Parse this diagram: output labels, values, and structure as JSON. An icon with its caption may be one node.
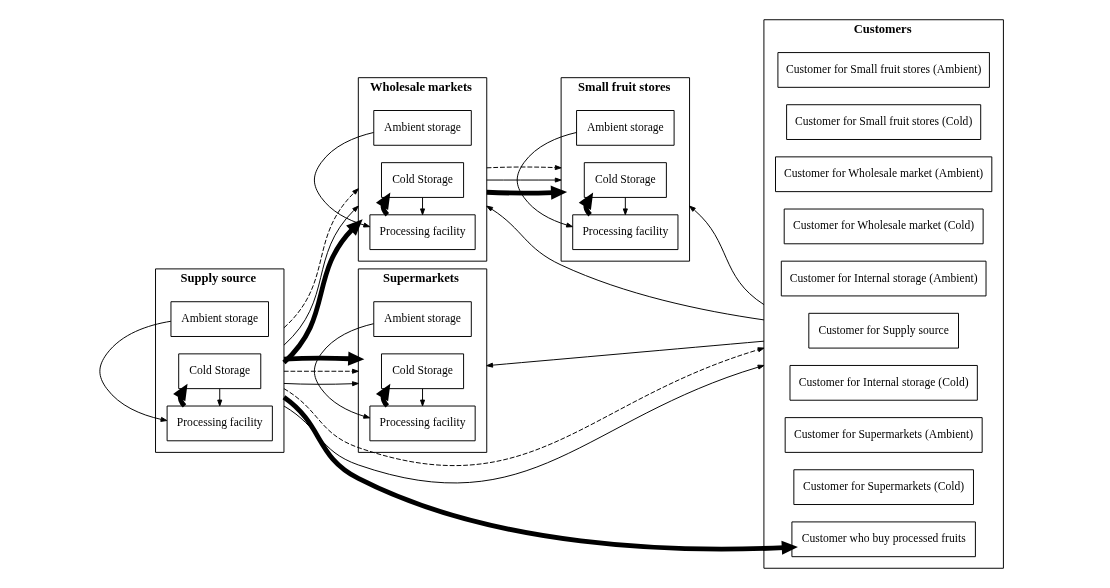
{
  "diagram": {
    "nodes": [
      {
        "text": [
          "Supply source"
        ]
      },
      {
        "text": [
          "Ambient storage"
        ],
        "in": 0
      },
      {
        "text": [
          "Cold Storage"
        ],
        "in": 0
      },
      {
        "text": [
          "Processing facility"
        ],
        "in": 0
      },
      {
        "text": [
          "Wholesale markets"
        ]
      },
      {
        "text": [
          "Ambient storage"
        ],
        "in": 4
      },
      {
        "text": [
          "Cold Storage"
        ],
        "in": 4
      },
      {
        "text": [
          "Processing facility"
        ],
        "in": 4
      },
      {
        "text": [
          "Small fruit stores"
        ]
      },
      {
        "text": [
          "Ambient storage"
        ],
        "in": 8
      },
      {
        "text": [
          "Cold Storage"
        ],
        "in": 8
      },
      {
        "text": [
          "Processing facility"
        ],
        "in": 8
      },
      {
        "text": [
          "Supermarkets"
        ]
      },
      {
        "text": [
          "Ambient storage"
        ],
        "in": 12
      },
      {
        "text": [
          "Cold Storage"
        ],
        "in": 12
      },
      {
        "text": [
          "Processing facility"
        ],
        "in": 12
      },
      {
        "text": [
          "Customers"
        ]
      },
      {
        "text": [
          "Customer for Small fruit stores (Ambient)"
        ],
        "in": 16
      },
      {
        "text": [
          "Customer for Small fruit stores (Cold)"
        ],
        "in": 16
      },
      {
        "text": [
          "Customer for Wholesale market (Ambient)"
        ],
        "in": 16
      },
      {
        "text": [
          "Customer for Wholesale market (Cold)"
        ],
        "in": 16
      },
      {
        "text": [
          "Customer for Internal storage (Ambient)"
        ],
        "in": 16
      },
      {
        "text": [
          "Customer for Supply source"
        ],
        "in": 16
      },
      {
        "text": [
          "Customer for Internal storage (Cold)"
        ],
        "in": 16
      },
      {
        "text": [
          "Customer for Supermarkets (Ambient)"
        ],
        "in": 16
      },
      {
        "text": [
          "Customer for Supermarkets (Cold)"
        ],
        "in": 16
      },
      {
        "text": [
          "Customer who buy processed fruits"
        ],
        "in": 16
      }
    ],
    "edges": [
      {
        "from": 1,
        "to": 3,
        "arrow": "to"
      },
      {
        "from": 2,
        "to": 3,
        "arrow": "to"
      },
      {
        "from": 3,
        "to": 2,
        "arrow": "to",
        "style": "thick"
      },
      {
        "from": 5,
        "to": 7,
        "arrow": "to"
      },
      {
        "from": 6,
        "to": 7,
        "arrow": "to"
      },
      {
        "from": 7,
        "to": 6,
        "arrow": "to",
        "style": "thick"
      },
      {
        "from": 9,
        "to": 11,
        "arrow": "to"
      },
      {
        "from": 10,
        "to": 11,
        "arrow": "to"
      },
      {
        "from": 11,
        "to": 10,
        "arrow": "to",
        "style": "thick"
      },
      {
        "from": 13,
        "to": 15,
        "arrow": "to"
      },
      {
        "from": 14,
        "to": 15,
        "arrow": "to"
      },
      {
        "from": 15,
        "to": 14,
        "arrow": "to",
        "style": "thick"
      },
      {
        "from": 0,
        "to": 4,
        "arrow": "to",
        "style": "thick"
      },
      {
        "from": 0,
        "to": 4,
        "arrow": "to"
      },
      {
        "from": 0,
        "to": 4,
        "arrow": "to",
        "style": "dashed"
      },
      {
        "from": 4,
        "to": 8,
        "arrow": "to",
        "style": "thick"
      },
      {
        "from": 4,
        "to": 8,
        "arrow": "to"
      },
      {
        "from": 4,
        "to": 8,
        "arrow": "to",
        "style": "dashed"
      },
      {
        "from": 0,
        "to": 16,
        "arrow": "to"
      },
      {
        "from": 0,
        "to": 16,
        "arrow": "to",
        "style": "dashed"
      },
      {
        "from": 0,
        "to": 26,
        "arrow": "to",
        "style": "thick"
      },
      {
        "from": 0,
        "to": 12,
        "arrow": "to"
      },
      {
        "from": 0,
        "to": 12,
        "arrow": "to",
        "style": "dashed"
      },
      {
        "from": 0,
        "to": 12,
        "arrow": "to",
        "style": "thick"
      },
      {
        "from": 16,
        "to": 8,
        "arrow": "to"
      },
      {
        "from": 16,
        "to": 4,
        "arrow": "to"
      },
      {
        "from": 16,
        "to": 12,
        "arrow": "to"
      }
    ]
  }
}
